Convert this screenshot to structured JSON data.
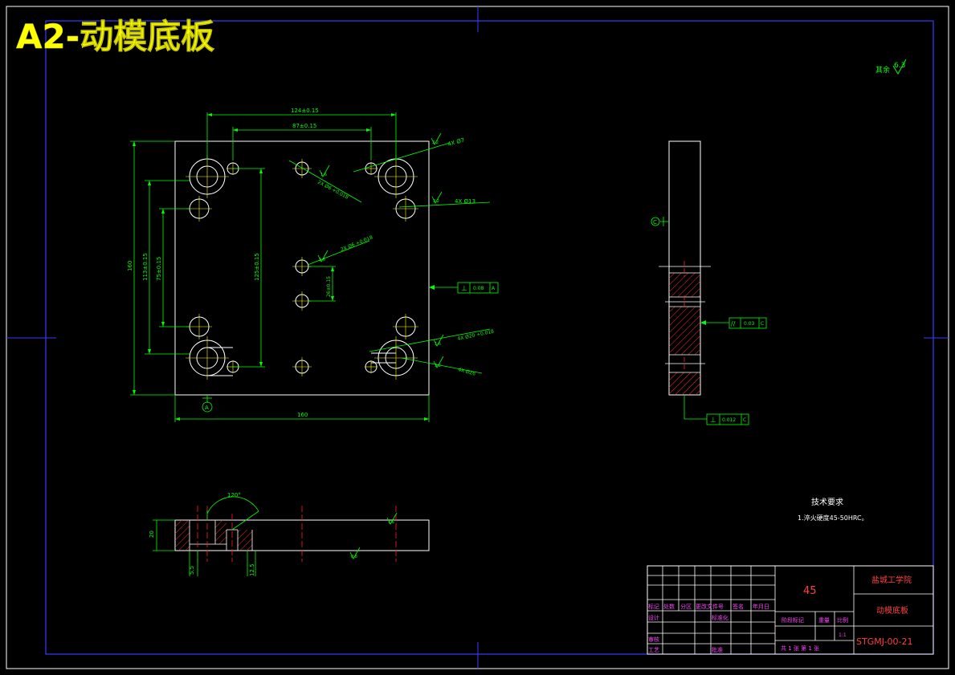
{
  "header": {
    "watermark_title": "A2-动模底板"
  },
  "colors": {
    "background": "#000000",
    "outline": "#ffffff",
    "dim": "#00ff00",
    "center": "#ff2020",
    "hatch": "#ff3030",
    "title_red": "#ff4040",
    "title_magenta": "#ff40ff",
    "yellow": "#ffff00"
  },
  "roughness_note": {
    "label": "其余",
    "value": "6.3"
  },
  "top_view": {
    "dim_top_outer": "124±0.15",
    "dim_top_inner": "87±0.15",
    "dim_bottom": "160",
    "dim_left_outer": "160",
    "dim_left_mid": "113±0.15",
    "dim_left_inner": "75±0.15",
    "dim_center_v": "125±0.15",
    "dim_center_small": "26±0.15",
    "note_4x87": "4X Ø7",
    "note_2x_top": "2X Ø6 +0.018",
    "note_4x13": "4X Ø13",
    "note_2x_mid": "2X Ø6 +0.018",
    "note_4x_br1": "4X Ø20 +0.018",
    "note_4x_br2": "4X Ø26",
    "rough_1": "3.2",
    "rough_2": "1.6",
    "rough_3": "3.2",
    "rough_4": "1.6",
    "rough_5": "1.6",
    "rough_6": "3.2",
    "tol_perp_sym": "⊥",
    "tol_perp_val": "0.08",
    "tol_perp_ref": "A",
    "datum_a": "A"
  },
  "side_view": {
    "datum_c": "C",
    "tol_par_sym": "//",
    "tol_par_val": "0.03",
    "tol_par_ref": "C",
    "tol_perp2_sym": "⊥",
    "tol_perp2_val": "0.012",
    "tol_perp2_ref": "C"
  },
  "front_view": {
    "angle": "120°",
    "height": "20",
    "dim_55": "5.5",
    "dim_125": "12.5",
    "rough_a": "1.6",
    "rough_b": "0.8"
  },
  "tech_req": {
    "title": "技术要求",
    "item1": "1.淬火硬度45-50HRC。"
  },
  "title_block": {
    "material": "45",
    "school": "盐城工学院",
    "part_name": "动模底板",
    "drawing_no": "STGMJ-00-21",
    "scale": "1:1",
    "hdr_mark": "标记",
    "hdr_count": "处数",
    "hdr_zone": "分区",
    "hdr_doc": "更改文件号",
    "hdr_sign": "签名",
    "hdr_date": "年月日",
    "row_design": "设计",
    "row_std": "标准化",
    "row_review": "审核",
    "row_process": "工艺",
    "row_approve": "批准",
    "stage_mark": "阶段标记",
    "weight": "重量",
    "ratio": "比例",
    "sheets": "共 1 张 第 1 张"
  }
}
